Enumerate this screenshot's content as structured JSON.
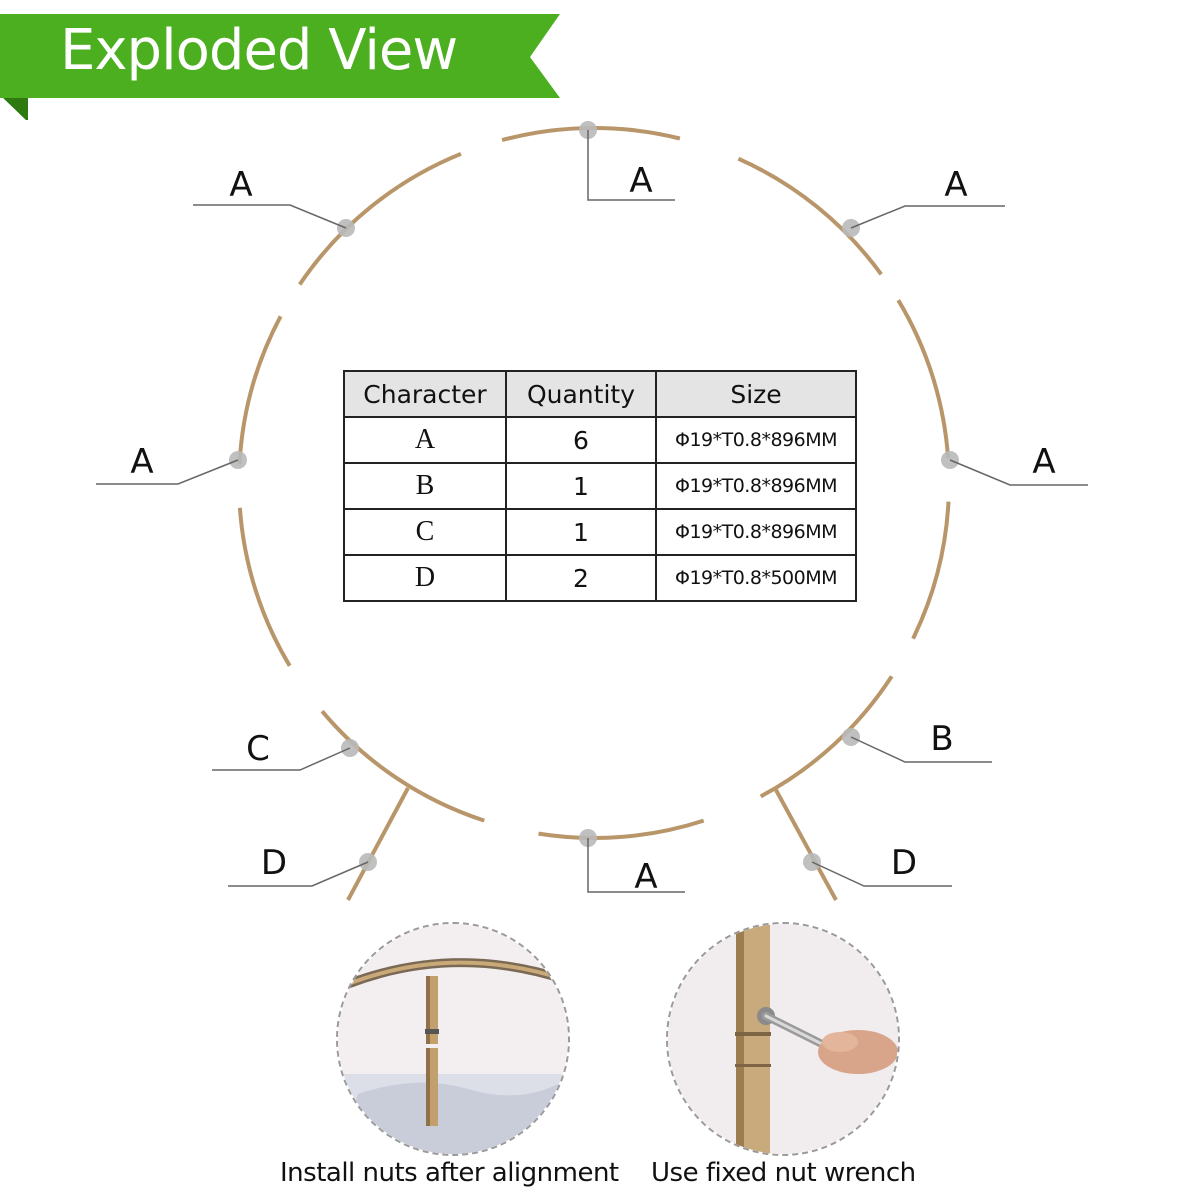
{
  "banner": {
    "title": "Exploded View",
    "color": "#4caf1f",
    "shadow_color": "#2d7a10"
  },
  "ring_color": "#b8966a",
  "callouts": [
    {
      "label": "A"
    },
    {
      "label": "A"
    },
    {
      "label": "A"
    },
    {
      "label": "A"
    },
    {
      "label": "A"
    },
    {
      "label": "C"
    },
    {
      "label": "B"
    },
    {
      "label": "D"
    },
    {
      "label": "A"
    },
    {
      "label": "D"
    }
  ],
  "parts_table": {
    "headers": [
      "Character",
      "Quantity",
      "Size"
    ],
    "rows": [
      {
        "character": "A",
        "quantity": "6",
        "size": "Φ19*T0.8*896MM"
      },
      {
        "character": "B",
        "quantity": "1",
        "size": "Φ19*T0.8*896MM"
      },
      {
        "character": "C",
        "quantity": "1",
        "size": "Φ19*T0.8*896MM"
      },
      {
        "character": "D",
        "quantity": "2",
        "size": "Φ19*T0.8*500MM"
      }
    ]
  },
  "details": [
    {
      "caption": "Install nuts after alignment"
    },
    {
      "caption": "Use fixed nut wrench"
    }
  ]
}
